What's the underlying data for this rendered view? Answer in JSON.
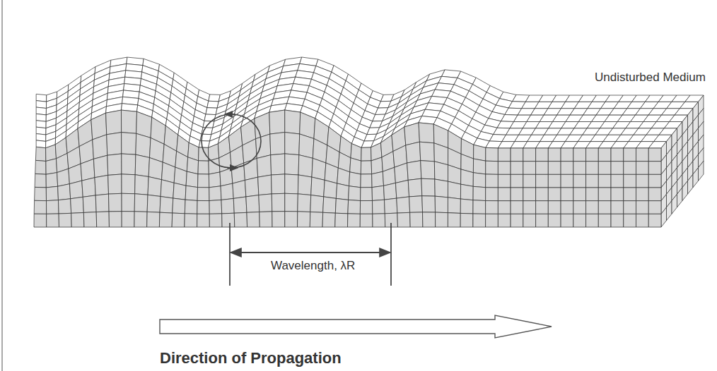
{
  "diagram": {
    "labels": [
      "Undisturbed Medium",
      "Wavelength, λR",
      "Direction of Propagation"
    ]
  }
}
